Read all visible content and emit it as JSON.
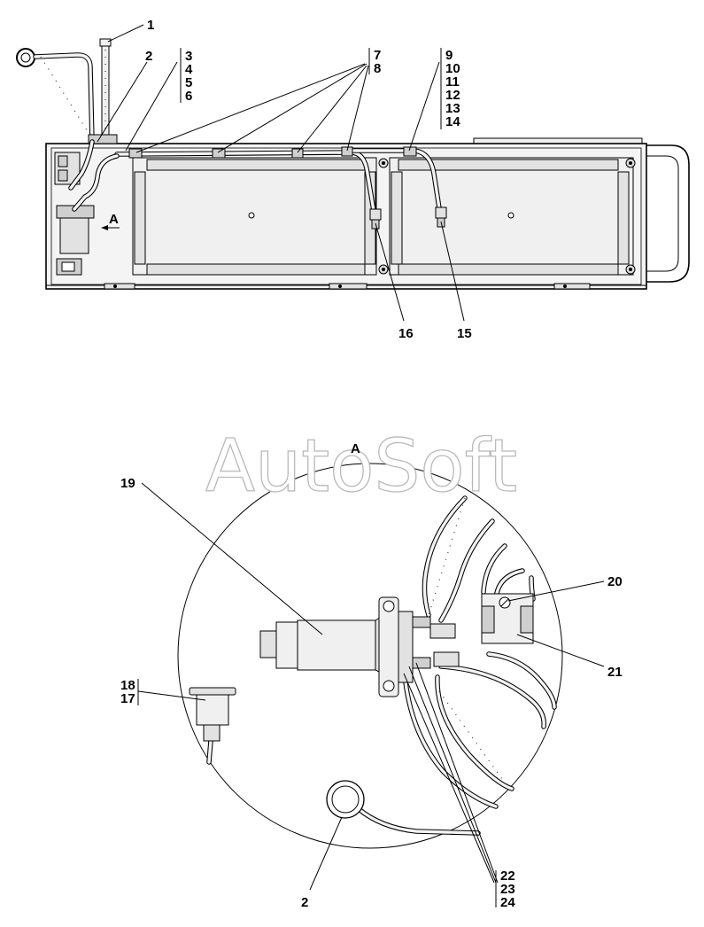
{
  "watermark": "AutoSoft",
  "view_label": "A",
  "callouts": {
    "c1": "1",
    "c2": "2",
    "c3": "3",
    "c4": "4",
    "c5": "5",
    "c6": "6",
    "c7": "7",
    "c8": "8",
    "c9": "9",
    "c10": "10",
    "c11": "11",
    "c12": "12",
    "c13": "13",
    "c14": "14",
    "c15": "15",
    "c16": "16",
    "c17": "17",
    "c18": "18",
    "c19": "19",
    "c20": "20",
    "c21": "21",
    "c22": "22",
    "c23": "23",
    "c24": "24",
    "c2b": "2"
  }
}
